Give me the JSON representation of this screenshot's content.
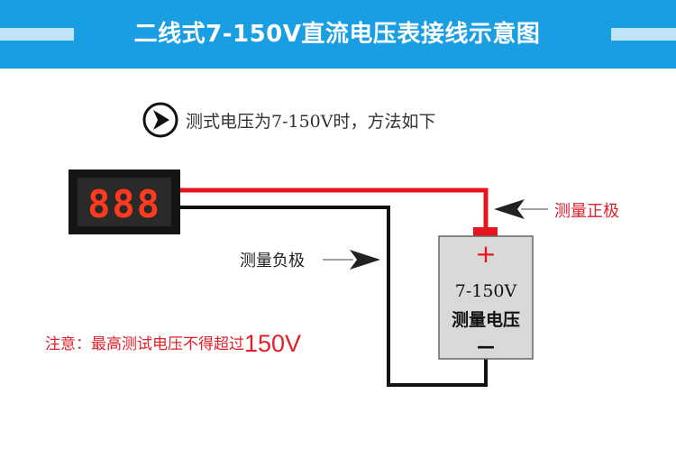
{
  "header": {
    "title": "二线式7-150V直流电压表接线示意图"
  },
  "intro": {
    "icon": "arrow-right-circle-icon",
    "text": "测式电压为7-150V时，方法如下"
  },
  "meter": {
    "display": "888"
  },
  "labels": {
    "positive": "测量正极",
    "negative": "测量负极"
  },
  "battery": {
    "plus": "+",
    "voltage": "7-150V",
    "caption": "测量电压",
    "minus": "—"
  },
  "note": {
    "text": "注意：最高测试电压不得超过",
    "value": "150V"
  },
  "colors": {
    "banner": "#1a9ee3",
    "wire_positive": "#e8141e",
    "wire_negative": "#111111",
    "battery_body": "#d9d9d9",
    "warning": "#e0202a"
  }
}
